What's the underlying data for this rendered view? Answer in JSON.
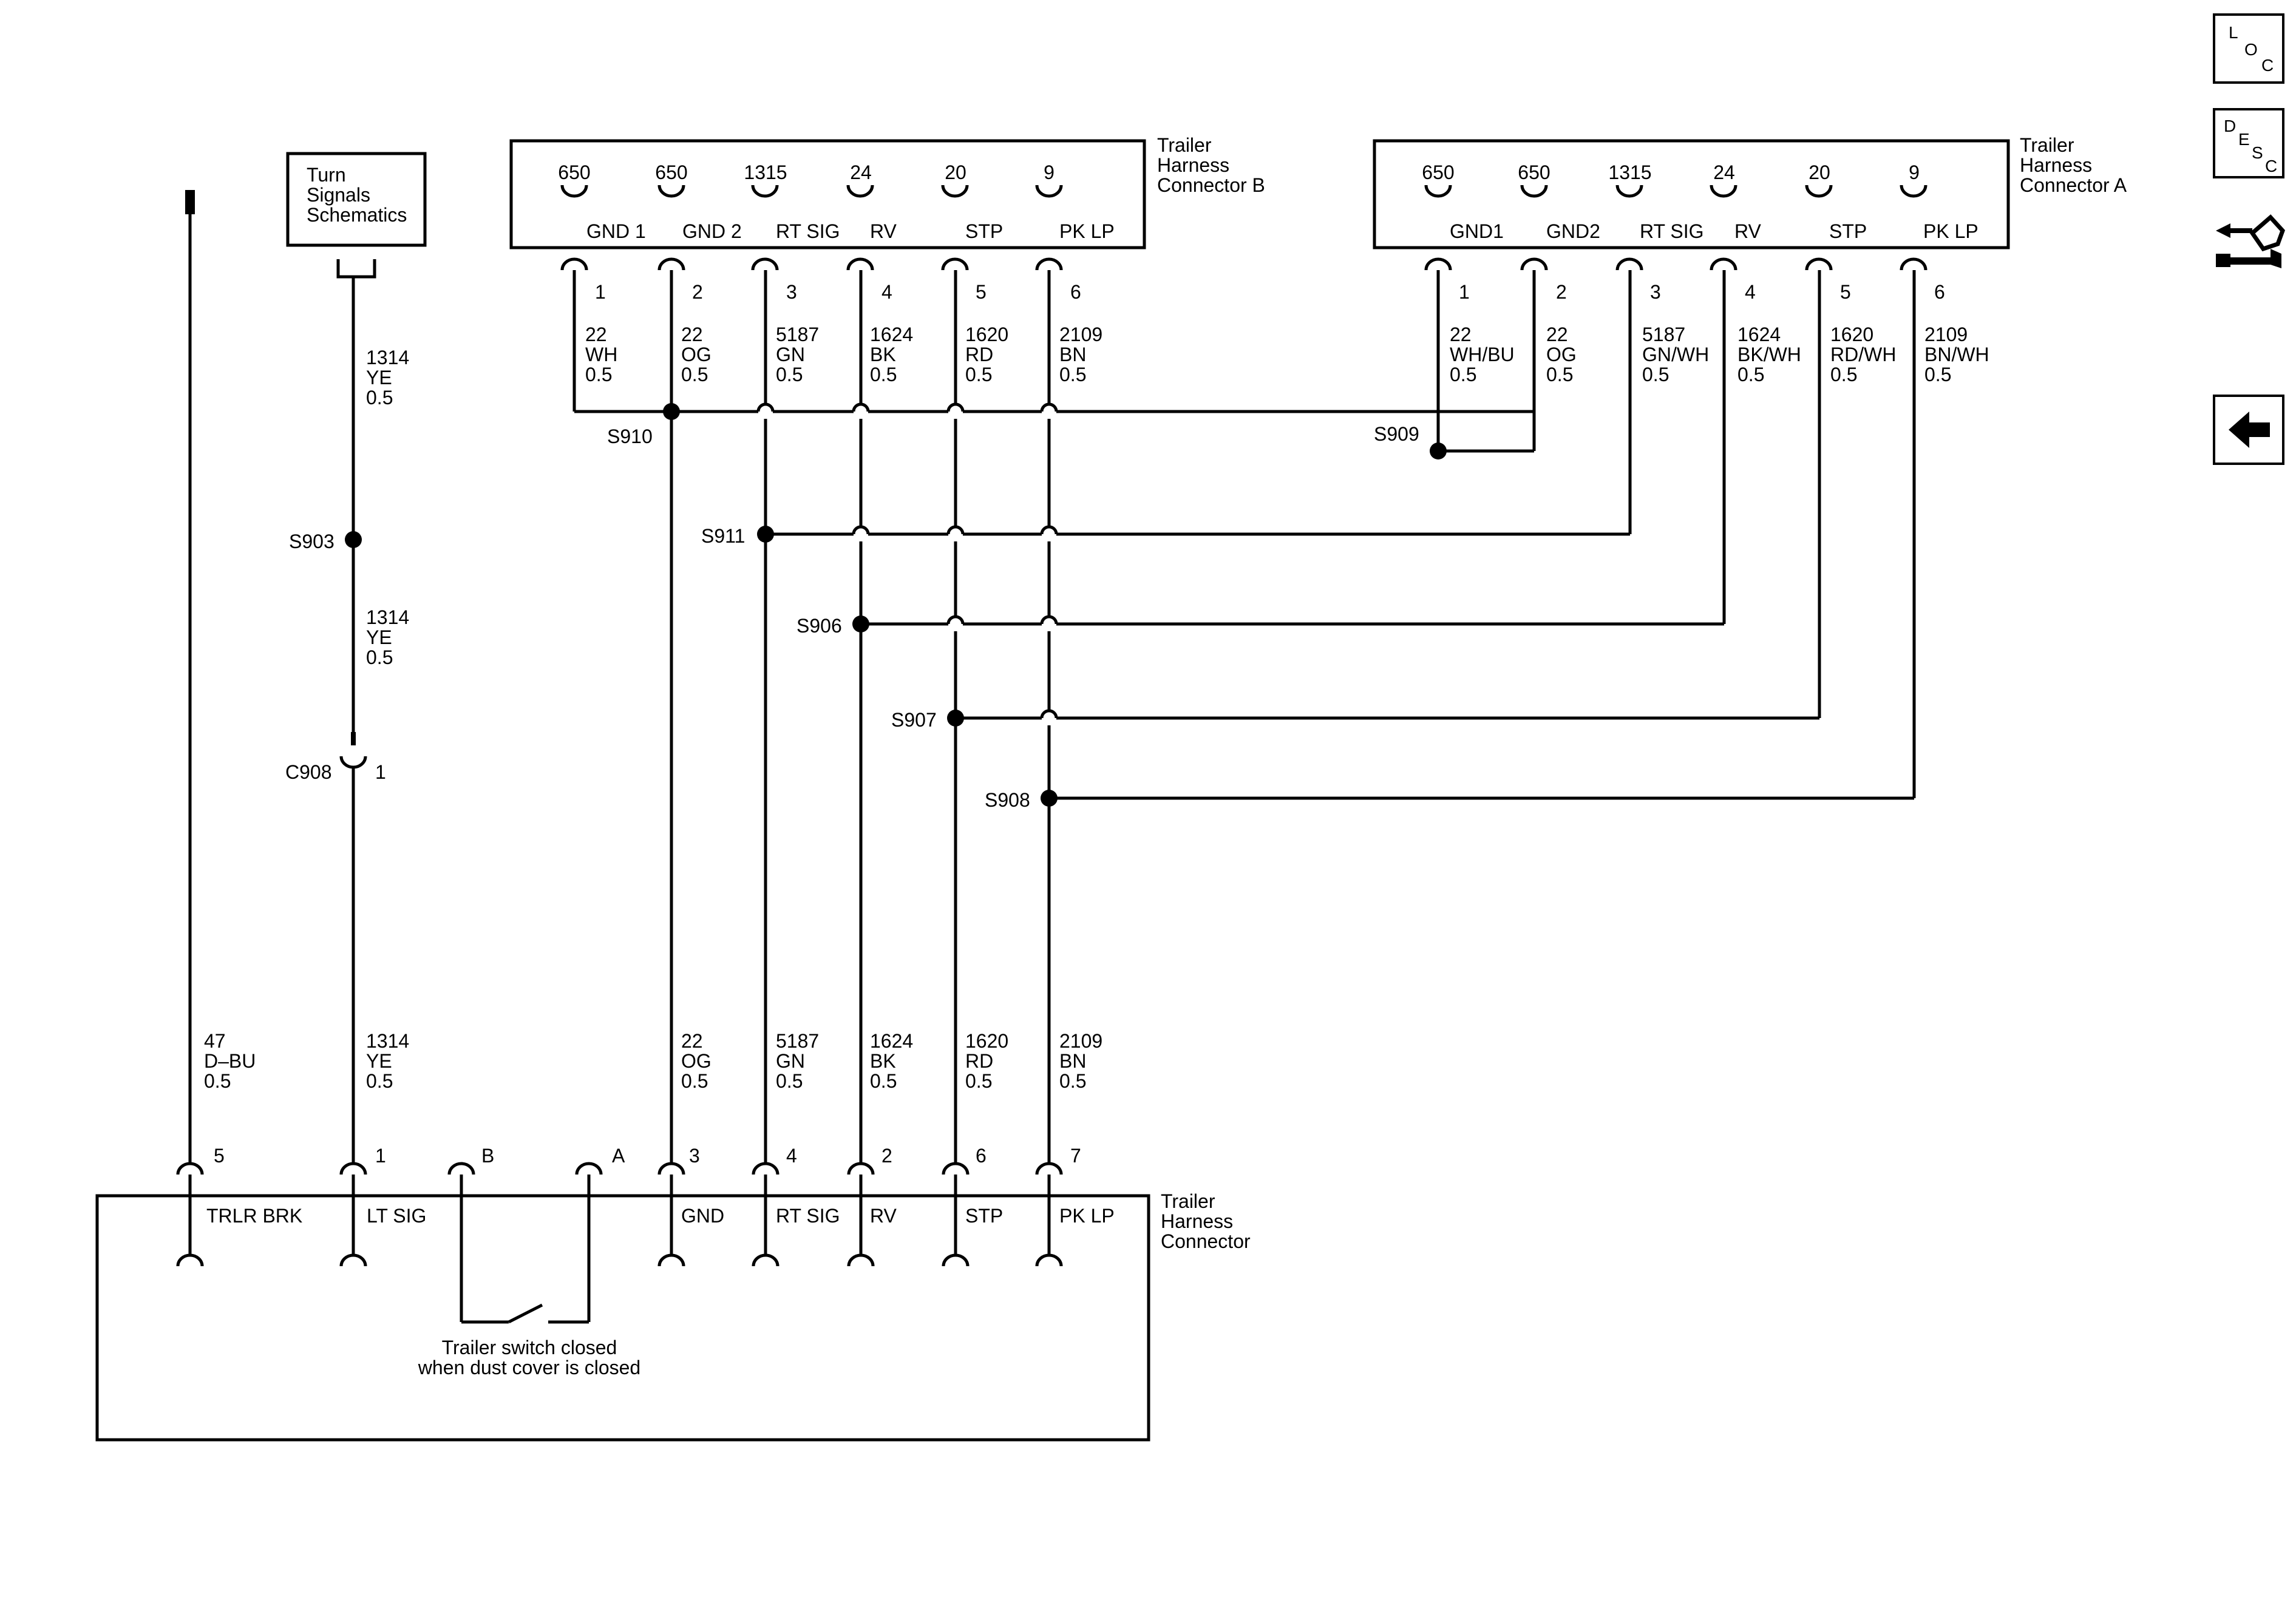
{
  "side_buttons": {
    "loc": [
      "L",
      "O",
      "C"
    ],
    "desc": [
      "D",
      "E",
      "S",
      "C"
    ],
    "back_arrow": "←"
  },
  "turn_signals_box": [
    "Turn",
    "Signals",
    "Schematics"
  ],
  "connector_b": {
    "title": [
      "Trailer",
      "Harness",
      "Connector B"
    ],
    "circuits": [
      "650",
      "650",
      "1315",
      "24",
      "20",
      "9"
    ],
    "functions": [
      "GND 1",
      "GND 2",
      "RT SIG",
      "RV",
      "STP",
      "PK LP"
    ],
    "pins": [
      "1",
      "2",
      "3",
      "4",
      "5",
      "6"
    ]
  },
  "connector_a": {
    "title": [
      "Trailer",
      "Harness",
      "Connector A"
    ],
    "circuits": [
      "650",
      "650",
      "1315",
      "24",
      "20",
      "9"
    ],
    "functions": [
      "GND1",
      "GND2",
      "RT SIG",
      "RV",
      "STP",
      "PK LP"
    ],
    "pins": [
      "1",
      "2",
      "3",
      "4",
      "5",
      "6"
    ]
  },
  "wires_b": [
    [
      "22",
      "WH",
      "0.5"
    ],
    [
      "22",
      "OG",
      "0.5"
    ],
    [
      "5187",
      "GN",
      "0.5"
    ],
    [
      "1624",
      "BK",
      "0.5"
    ],
    [
      "1620",
      "RD",
      "0.5"
    ],
    [
      "2109",
      "BN",
      "0.5"
    ]
  ],
  "wires_a": [
    [
      "22",
      "WH/BU",
      "0.5"
    ],
    [
      "22",
      "OG",
      "0.5"
    ],
    [
      "5187",
      "GN/WH",
      "0.5"
    ],
    [
      "1624",
      "BK/WH",
      "0.5"
    ],
    [
      "1620",
      "RD/WH",
      "0.5"
    ],
    [
      "2109",
      "BN/WH",
      "0.5"
    ]
  ],
  "turn_wire_labels": {
    "upper": [
      "1314",
      "YE",
      "0.5"
    ],
    "middle": [
      "1314",
      "YE",
      "0.5"
    ]
  },
  "splices": {
    "s903": "S903",
    "s910": "S910",
    "s909": "S909",
    "s911": "S911",
    "s906": "S906",
    "s907": "S907",
    "s908": "S908"
  },
  "c908": {
    "name": "C908",
    "pin": "1"
  },
  "bottom_wires": [
    [
      "47",
      "D–BU",
      "0.5"
    ],
    [
      "1314",
      "YE",
      "0.5"
    ],
    [
      "22",
      "OG",
      "0.5"
    ],
    [
      "5187",
      "GN",
      "0.5"
    ],
    [
      "1624",
      "BK",
      "0.5"
    ],
    [
      "1620",
      "RD",
      "0.5"
    ],
    [
      "2109",
      "BN",
      "0.5"
    ]
  ],
  "trailer_connector": {
    "title": [
      "Trailer",
      "Harness",
      "Connector"
    ],
    "pins": [
      "5",
      "1",
      "B",
      "A",
      "3",
      "4",
      "2",
      "6",
      "7"
    ],
    "functions": [
      "TRLR BRK",
      "LT SIG",
      "GND",
      "RT SIG",
      "RV",
      "STP",
      "PK LP"
    ],
    "switch_note": [
      "Trailer switch closed",
      "when dust cover is closed"
    ]
  }
}
